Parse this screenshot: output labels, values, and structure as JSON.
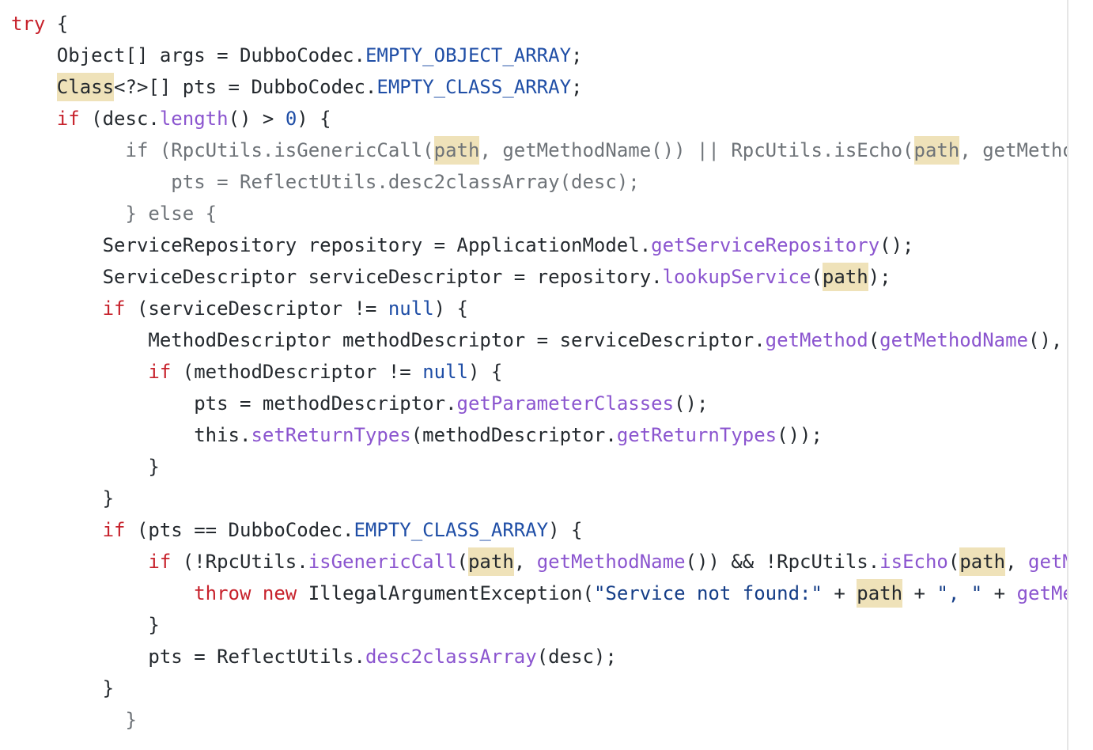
{
  "editor": {
    "lines": [
      {
        "indent": 0,
        "style": "normal",
        "tokens": [
          {
            "t": "try",
            "c": "kw"
          },
          {
            "t": " {",
            "c": "plain"
          }
        ]
      },
      {
        "indent": 4,
        "style": "normal",
        "tokens": [
          {
            "t": "Object[] args = DubboCodec.",
            "c": "plain"
          },
          {
            "t": "EMPTY_OBJECT_ARRAY",
            "c": "const"
          },
          {
            "t": ";",
            "c": "plain"
          }
        ]
      },
      {
        "indent": 4,
        "style": "normal",
        "tokens": [
          {
            "t": "Class",
            "c": "plain",
            "hl": true
          },
          {
            "t": "<?>[] pts = DubboCodec.",
            "c": "plain"
          },
          {
            "t": "EMPTY_CLASS_ARRAY",
            "c": "const"
          },
          {
            "t": ";",
            "c": "plain"
          }
        ]
      },
      {
        "indent": 4,
        "style": "normal",
        "tokens": [
          {
            "t": "if",
            "c": "kw"
          },
          {
            "t": " (desc.",
            "c": "plain"
          },
          {
            "t": "length",
            "c": "fn"
          },
          {
            "t": "() > ",
            "c": "plain"
          },
          {
            "t": "0",
            "c": "num"
          },
          {
            "t": ") {",
            "c": "plain"
          }
        ]
      },
      {
        "indent": 10,
        "style": "gray",
        "tokens": [
          {
            "t": "if (RpcUtils.isGenericCall(",
            "c": "plain"
          },
          {
            "t": "path",
            "c": "plain",
            "hl": true
          },
          {
            "t": ", getMethodName()) || RpcUtils.isEcho(",
            "c": "plain"
          },
          {
            "t": "path",
            "c": "plain",
            "hl": true
          },
          {
            "t": ", getMethodName())) {",
            "c": "plain"
          }
        ]
      },
      {
        "indent": 14,
        "style": "gray",
        "tokens": [
          {
            "t": "pts = ReflectUtils.desc2classArray(desc);",
            "c": "plain"
          }
        ]
      },
      {
        "indent": 10,
        "style": "gray",
        "tokens": [
          {
            "t": "} else {",
            "c": "plain"
          }
        ]
      },
      {
        "indent": 8,
        "style": "normal",
        "tokens": [
          {
            "t": "ServiceRepository repository = ApplicationModel.",
            "c": "plain"
          },
          {
            "t": "getServiceRepository",
            "c": "fn"
          },
          {
            "t": "();",
            "c": "plain"
          }
        ]
      },
      {
        "indent": 8,
        "style": "normal",
        "tokens": [
          {
            "t": "ServiceDescriptor serviceDescriptor = repository.",
            "c": "plain"
          },
          {
            "t": "lookupService",
            "c": "fn"
          },
          {
            "t": "(",
            "c": "plain"
          },
          {
            "t": "path",
            "c": "plain",
            "hl": true
          },
          {
            "t": ");",
            "c": "plain"
          }
        ]
      },
      {
        "indent": 8,
        "style": "normal",
        "tokens": [
          {
            "t": "if",
            "c": "kw"
          },
          {
            "t": " (serviceDescriptor != ",
            "c": "plain"
          },
          {
            "t": "null",
            "c": "const"
          },
          {
            "t": ") {",
            "c": "plain"
          }
        ]
      },
      {
        "indent": 12,
        "style": "normal",
        "tokens": [
          {
            "t": "MethodDescriptor methodDescriptor = serviceDescriptor.",
            "c": "plain"
          },
          {
            "t": "getMethod",
            "c": "fn"
          },
          {
            "t": "(",
            "c": "plain"
          },
          {
            "t": "getMethodName",
            "c": "fn"
          },
          {
            "t": "(), desc);",
            "c": "plain"
          }
        ]
      },
      {
        "indent": 12,
        "style": "normal",
        "tokens": [
          {
            "t": "if",
            "c": "kw"
          },
          {
            "t": " (methodDescriptor != ",
            "c": "plain"
          },
          {
            "t": "null",
            "c": "const"
          },
          {
            "t": ") {",
            "c": "plain"
          }
        ]
      },
      {
        "indent": 16,
        "style": "normal",
        "tokens": [
          {
            "t": "pts = methodDescriptor.",
            "c": "plain"
          },
          {
            "t": "getParameterClasses",
            "c": "fn"
          },
          {
            "t": "();",
            "c": "plain"
          }
        ]
      },
      {
        "indent": 16,
        "style": "normal",
        "tokens": [
          {
            "t": "this.",
            "c": "plain"
          },
          {
            "t": "setReturnTypes",
            "c": "fn"
          },
          {
            "t": "(methodDescriptor.",
            "c": "plain"
          },
          {
            "t": "getReturnTypes",
            "c": "fn"
          },
          {
            "t": "());",
            "c": "plain"
          }
        ]
      },
      {
        "indent": 12,
        "style": "normal",
        "tokens": [
          {
            "t": "}",
            "c": "plain"
          }
        ]
      },
      {
        "indent": 8,
        "style": "normal",
        "tokens": [
          {
            "t": "}",
            "c": "plain"
          }
        ]
      },
      {
        "indent": 8,
        "style": "normal",
        "tokens": [
          {
            "t": "if",
            "c": "kw"
          },
          {
            "t": " (pts == DubboCodec.",
            "c": "plain"
          },
          {
            "t": "EMPTY_CLASS_ARRAY",
            "c": "const"
          },
          {
            "t": ") {",
            "c": "plain"
          }
        ]
      },
      {
        "indent": 12,
        "style": "normal",
        "tokens": [
          {
            "t": "if",
            "c": "kw"
          },
          {
            "t": " (!RpcUtils.",
            "c": "plain"
          },
          {
            "t": "isGenericCall",
            "c": "fn"
          },
          {
            "t": "(",
            "c": "plain"
          },
          {
            "t": "path",
            "c": "plain",
            "hl": true
          },
          {
            "t": ", ",
            "c": "plain"
          },
          {
            "t": "getMethodName",
            "c": "fn"
          },
          {
            "t": "()) && !RpcUtils.",
            "c": "plain"
          },
          {
            "t": "isEcho",
            "c": "fn"
          },
          {
            "t": "(",
            "c": "plain"
          },
          {
            "t": "path",
            "c": "plain",
            "hl": true
          },
          {
            "t": ", ",
            "c": "plain"
          },
          {
            "t": "getMethodName",
            "c": "fn"
          },
          {
            "t": "())) {",
            "c": "plain"
          }
        ]
      },
      {
        "indent": 16,
        "style": "normal",
        "tokens": [
          {
            "t": "throw",
            "c": "kw"
          },
          {
            "t": " ",
            "c": "plain"
          },
          {
            "t": "new",
            "c": "kw"
          },
          {
            "t": " IllegalArgumentException(",
            "c": "plain"
          },
          {
            "t": "\"Service not found:\"",
            "c": "str"
          },
          {
            "t": " + ",
            "c": "plain"
          },
          {
            "t": "path",
            "c": "plain",
            "hl": true
          },
          {
            "t": " + ",
            "c": "plain"
          },
          {
            "t": "\", \"",
            "c": "str"
          },
          {
            "t": " + ",
            "c": "plain"
          },
          {
            "t": "getMethodName",
            "c": "fn"
          },
          {
            "t": "());",
            "c": "plain"
          }
        ]
      },
      {
        "indent": 12,
        "style": "normal",
        "tokens": [
          {
            "t": "}",
            "c": "plain"
          }
        ]
      },
      {
        "indent": 12,
        "style": "normal",
        "tokens": [
          {
            "t": "pts = ReflectUtils.",
            "c": "plain"
          },
          {
            "t": "desc2classArray",
            "c": "fn"
          },
          {
            "t": "(desc);",
            "c": "plain"
          }
        ]
      },
      {
        "indent": 8,
        "style": "normal",
        "tokens": [
          {
            "t": "}",
            "c": "plain"
          }
        ]
      },
      {
        "indent": 10,
        "style": "gray",
        "tokens": [
          {
            "t": "}",
            "c": "plain"
          }
        ]
      }
    ]
  }
}
